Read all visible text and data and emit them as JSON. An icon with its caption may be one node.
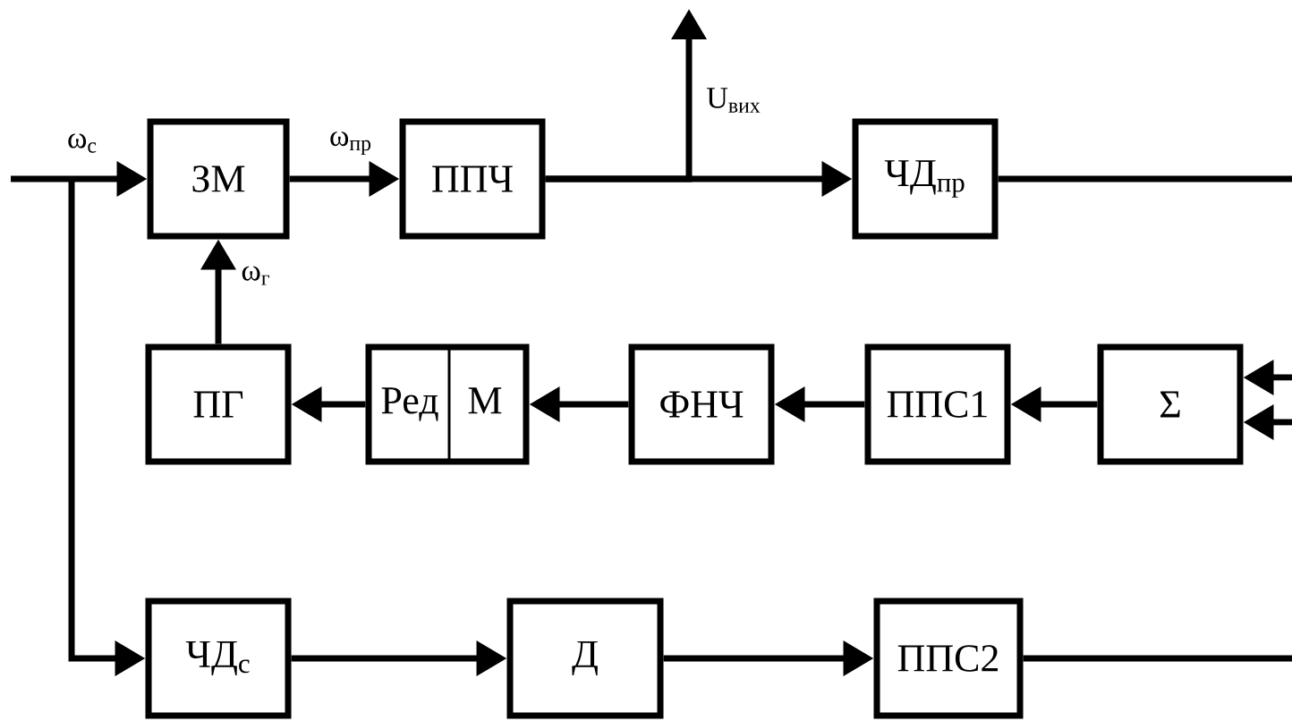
{
  "diagram": {
    "nodes": [
      {
        "text": [
          "ЗМ"
        ]
      },
      {
        "text": [
          "ППЧ"
        ]
      },
      {
        "text": [
          "ЧД$_{пр}$"
        ]
      },
      {
        "text": [
          "ПГ"
        ]
      },
      {
        "text": [
          "Ред",
          "М"
        ]
      },
      {
        "text": [
          "ФНЧ"
        ]
      },
      {
        "text": [
          "ППС1"
        ]
      },
      {
        "text": [
          "Σ"
        ]
      },
      {
        "text": [
          "ЧД$_{с}$"
        ]
      },
      {
        "text": [
          "Д"
        ]
      },
      {
        "text": [
          "ППС2"
        ]
      }
    ],
    "edges": [
      {
        "from": null,
        "to": 0,
        "arrow": "to",
        "label": "ω$_{с}$"
      },
      {
        "from": 0,
        "to": 1,
        "arrow": "to",
        "label": "ω$_{пр}$"
      },
      {
        "from": 1,
        "to": 2,
        "arrow": "to"
      },
      {
        "from": 1,
        "to": null,
        "arrow": "to",
        "label": "U$_{вих}$"
      },
      {
        "from": 2,
        "to": null,
        "arrow": "none"
      },
      {
        "from": 3,
        "to": 0,
        "arrow": "to",
        "label": "ω$_{г}$"
      },
      {
        "from": 4,
        "to": 3,
        "arrow": "to"
      },
      {
        "from": 5,
        "to": 4,
        "arrow": "to"
      },
      {
        "from": 6,
        "to": 5,
        "arrow": "to"
      },
      {
        "from": 7,
        "to": 6,
        "arrow": "to"
      },
      {
        "from": null,
        "to": 7,
        "arrow": "to"
      },
      {
        "from": null,
        "to": 7,
        "arrow": "to"
      },
      {
        "from": null,
        "to": 8,
        "arrow": "to"
      },
      {
        "from": 8,
        "to": 9,
        "arrow": "to"
      },
      {
        "from": 9,
        "to": 10,
        "arrow": "to"
      },
      {
        "from": 10,
        "to": null,
        "arrow": "none"
      }
    ]
  }
}
